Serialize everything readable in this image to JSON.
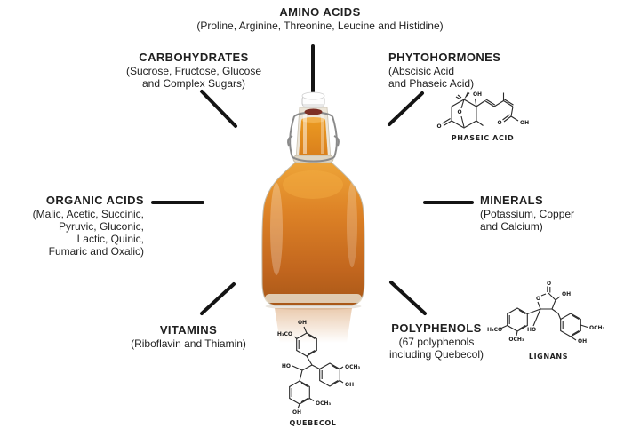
{
  "diagram_title": "Maple syrup composition diagram",
  "labels": {
    "amino_acids": {
      "title": "AMINO ACIDS",
      "line1": "(Proline, Arginine, Threonine, Leucine and Histidine)"
    },
    "carbohydrates": {
      "title": "CARBOHYDRATES",
      "line1": "(Sucrose, Fructose, Glucose",
      "line2": "and Complex Sugars)"
    },
    "phytohormones": {
      "title": "PHYTOHORMONES",
      "line1": "(Abscisic Acid",
      "line2": "and Phaseic Acid)"
    },
    "organic_acids": {
      "title": "ORGANIC ACIDS",
      "line1": "(Malic, Acetic, Succinic,",
      "line2": "Pyruvic, Gluconic,",
      "line3": "Lactic, Quinic,",
      "line4": "Fumaric and Oxalic)"
    },
    "minerals": {
      "title": "MINERALS",
      "line1": "(Potassium, Copper",
      "line2": "and Calcium)"
    },
    "vitamins": {
      "title": "VITAMINS",
      "line1": "(Riboflavin and Thiamin)"
    },
    "polyphenols": {
      "title": "POLYPHENOLS",
      "line1": "(67 polyphenols",
      "line2": "including Quebecol)"
    }
  },
  "structures": {
    "phaseic_acid": {
      "caption": "PHASEIC ACID",
      "atoms": {
        "ketone_o": "O",
        "bridge_o": "O",
        "ring_oh": "OH",
        "acid_o": "O",
        "acid_oh": "OH"
      }
    },
    "lignans": {
      "caption": "LIGNANS",
      "atoms": {
        "carbonyl_o": "O",
        "ring_o": "O",
        "oh_top": "OH",
        "h3co_left": "H₃CO",
        "och3_left": "OCH₃",
        "ho_center": "HO",
        "och3_right": "OCH₃",
        "oh_bottom": "OH"
      }
    },
    "quebecol": {
      "caption": "QUEBECOL",
      "atoms": {
        "oh_top": "OH",
        "h3co_left": "H₃CO",
        "ho_left": "HO",
        "och3_right": "OCH₃",
        "oh_right": "OH",
        "och3_bottom": "OCH₃",
        "oh_bottom": "OH"
      }
    }
  },
  "colors": {
    "text": "#1f1f1f",
    "connector_line": "#141414",
    "syrup_top": "#eda438",
    "syrup_mid": "#d4761f",
    "syrup_deep": "#a85818",
    "cap_white": "#fdfdfd",
    "gasket_red": "#7d3026",
    "wire_gray": "#8a8a8a",
    "glass": "#ece5d8"
  }
}
